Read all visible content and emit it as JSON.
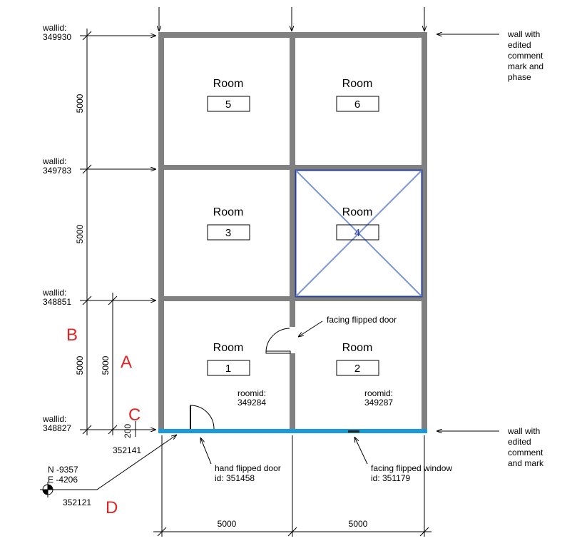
{
  "walls": {
    "left_labels": [
      {
        "label": "wallid:",
        "id": "349930"
      },
      {
        "label": "wallid:",
        "id": "349783"
      },
      {
        "label": "wallid:",
        "id": "348851"
      },
      {
        "label": "wallid:",
        "id": "348827"
      }
    ],
    "right_notes": [
      [
        "wall with",
        "edited",
        "comment",
        "mark and",
        "phase"
      ],
      [
        "wall with",
        "edited",
        "comment",
        "and mark"
      ]
    ],
    "highlight_color": "#1a9ad6",
    "wall_color": "#808080"
  },
  "rooms": [
    {
      "name": "Room",
      "number": "5"
    },
    {
      "name": "Room",
      "number": "6"
    },
    {
      "name": "Room",
      "number": "3"
    },
    {
      "name": "Room",
      "number": "4",
      "selected": true
    },
    {
      "name": "Room",
      "number": "1",
      "roomid_label": "roomid:",
      "roomid": "349284"
    },
    {
      "name": "Room",
      "number": "2",
      "roomid_label": "roomid:",
      "roomid": "349287"
    }
  ],
  "selection_color": "#2a3f9a",
  "dimensions": {
    "vertical": [
      "5000",
      "5000",
      "5000"
    ],
    "inner_vertical": "5000",
    "small": "200",
    "horizontal": [
      "5000",
      "5000"
    ]
  },
  "annotations": {
    "facing_flipped_door": "facing flipped door",
    "hand_flipped_door": [
      "hand flipped door",
      "id: 351458"
    ],
    "facing_flipped_window": [
      "facing flipped window",
      "id: 351179"
    ],
    "id_352141": "352141",
    "id_352121": "352121",
    "coords": [
      "N -9357",
      "E -4206"
    ]
  },
  "markers": {
    "a": "A",
    "b": "B",
    "c": "C",
    "d": "D",
    "color": "#e02424"
  }
}
